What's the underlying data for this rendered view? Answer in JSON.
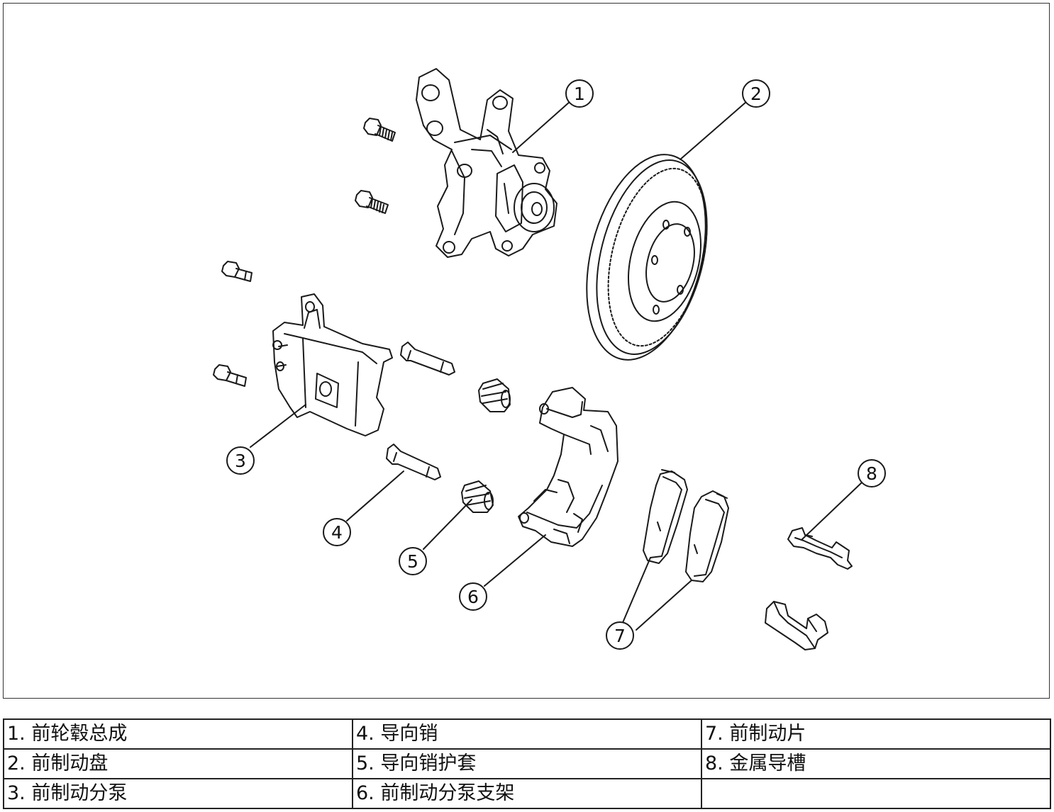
{
  "callouts": [
    "1",
    "2",
    "3",
    "4",
    "5",
    "6",
    "7",
    "8"
  ],
  "legend": {
    "rows": [
      [
        "1. 前轮毂总成",
        "4. 导向销",
        "7. 前制动片"
      ],
      [
        "2. 前制动盘",
        "5. 导向销护套",
        "8. 金属导槽"
      ],
      [
        "3. 前制动分泵",
        "6. 前制动分泵支架",
        ""
      ]
    ]
  }
}
